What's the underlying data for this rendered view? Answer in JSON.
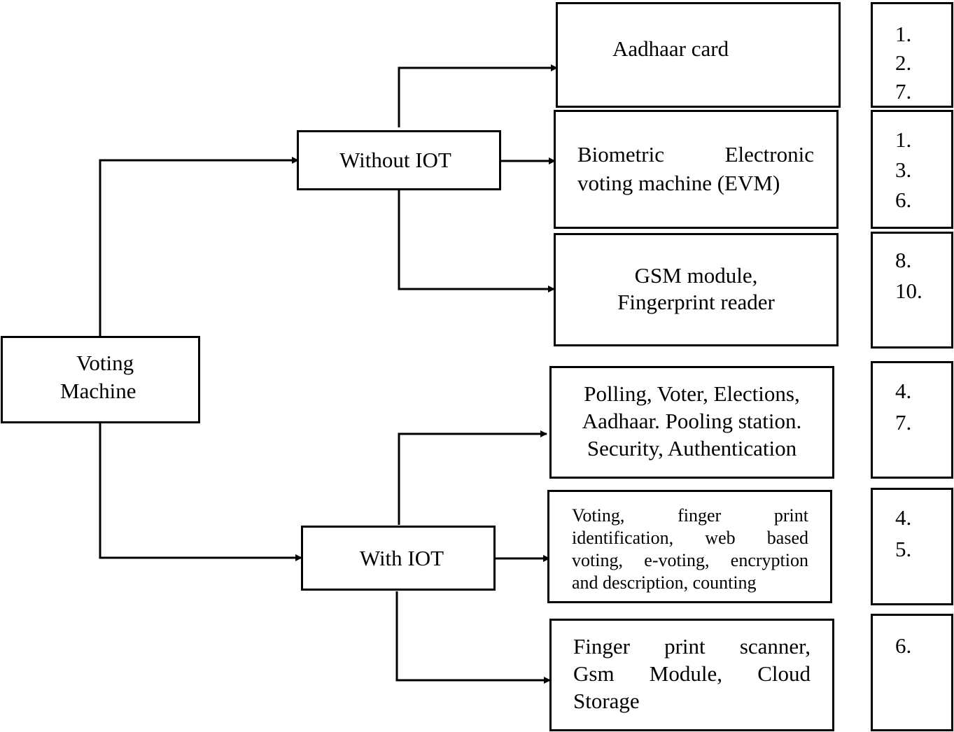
{
  "root": {
    "lines": [
      "Voting",
      "Machine"
    ]
  },
  "branches": {
    "without_iot": "Without IOT",
    "with_iot": "With IOT"
  },
  "without_iot_items": {
    "aadhaar": {
      "lines": [
        "Aadhaar card"
      ],
      "refs": [
        "1.",
        "2.",
        "7."
      ]
    },
    "biometric": {
      "lines": [
        "Biometric Electronic",
        "voting machine (EVM)"
      ],
      "refs": [
        "1.",
        "3.",
        "6."
      ]
    },
    "gsm": {
      "lines": [
        "GSM module,",
        "Fingerprint reader"
      ],
      "refs": [
        "8.",
        "10."
      ]
    }
  },
  "with_iot_items": {
    "polling": {
      "lines": [
        "Polling, Voter, Elections,",
        "Aadhaar. Pooling station.",
        "Security, Authentication"
      ],
      "refs": [
        "4.",
        "7."
      ]
    },
    "voting": {
      "lines": [
        "Voting, finger print",
        "identification, web based",
        "voting, e-voting, encryption",
        "and description, counting"
      ],
      "refs": [
        "4.",
        "5."
      ]
    },
    "scanner": {
      "lines": [
        "Finger print scanner,",
        "Gsm Module, Cloud",
        "Storage"
      ],
      "refs": [
        "6."
      ]
    }
  }
}
